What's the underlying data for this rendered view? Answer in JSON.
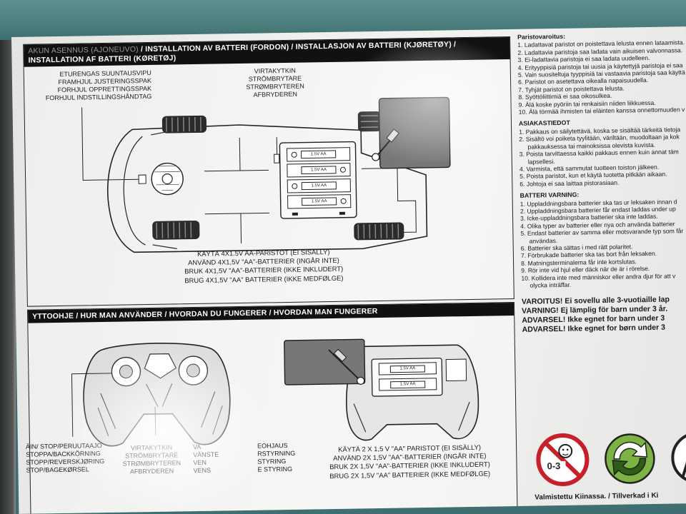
{
  "install_section": {
    "header_faded": "AKUN ASENNUS (AJONEUVO)",
    "header": " / INSTALLATION AV BATTERI (FORDON) / INSTALLASJON AV BATTERI (KJØRETØY) /",
    "header_line2": "INSTALLATION AF BATTERI (KØRETØJ)",
    "front_wheel_label": [
      "ETURENGAS SUUNTAUSVIPU",
      "FRAMHJUL JUSTERINGSSPAK",
      "FORHJUL OPPRETTINGSSPAK",
      "FORHJUL INDSTILLINGSHÅNDTAG"
    ],
    "switch_label": [
      "VIRTAKYTKIN",
      "STRÖMBRYTARE",
      "STRØMBRYTEREN",
      "AFBRYDEREN"
    ],
    "battery_label": "1.5V AA",
    "caption": [
      "KÄYTÄ 4X1.5V AA-PARISTOT (EI SISÄLLY)",
      "ANVÄND 4X1,5V \"AA\"-BATTERIER (INGÅR INTE)",
      "BRUK 4X1,5V \"AA\"-BATTERIER (IKKE INKLUDERT)",
      "BRUG 4X1,5V \"AA\" BATTERIER (IKKE MEDFØLGE)"
    ]
  },
  "use_section": {
    "header": "YTTOOHJE / HUR MAN ANVÄNDER / HVORDAN DU FUNGERER / HVORDAN MAN FUNGERER",
    "left_label": [
      "ÄIN/ STOP/PERUUTAAJO",
      "STOPPA/BACKKÖRNING",
      "STOPP/REVERSKJØRING",
      "STOP/BAGEKØRSEL"
    ],
    "switch_label": [
      "VIRTAKYTKIN",
      "STRÖMBRYTARE",
      "STRØMBRYTEREN",
      "AFBRYDEREN"
    ],
    "partial_label_a": [
      "VA",
      "VÄNSTE",
      "VEN",
      "VENS"
    ],
    "partial_label_b": [
      "EOHJAUS",
      "RSTYRNING",
      "STYRING",
      "E STYRING"
    ],
    "battery_label": "1.5V AA",
    "caption": [
      "KÄYTÄ 2 x 1,5 V \"AA\" PARISTOT (EI SISÄLLY)",
      "ANVÄND 2x 1,5V \"AA\"-BATTERIER (INGÅR INTE)",
      "BRUK 2x 1,5V \"AA\"-BATTERIER (IKKE INKLUDERT)",
      "BRUG 2x 1,5V \"AA\" BATTERIER (IKKE MEDFØLGE)"
    ]
  },
  "battery_warning_fi": {
    "title": "Paristovaroitus:",
    "items": [
      "1. Ladattavat paristot on poistettava lelusta ennen lataamista.",
      "2. Ladattavia paristoja saa ladata vain aikuisen valvonnassa.",
      "3. Ei-ladattavia paristoja ei saa ladata uudelleen.",
      "4. Erityyppisiä paristoja tai uusia ja käytettyjä paristoja ei saa",
      "5. Vain suositeltuja tyyppisiä tai vastaavia paristoja saa käyttä",
      "6. Paristot on asetettava oikealla napaisuudella.",
      "7. Tyhjät paristot on poistettava lelusta.",
      "8. Syöttöliittimiä ei saa oikosulkea.",
      "9. Älä koske pyöriin tai renkaisiin niiden liikkuessa.",
      "10. Älä törmää ihmisten tai eläinten kanssa onnettomuuden v"
    ]
  },
  "customer_info_fi": {
    "title": "ASIAKASTIEDOT",
    "items": [
      "1. Pakkaus on säilytettävä, koska se sisältää tärkeitä tietoja",
      "2. Sisältö voi poiketa tyylitään, väriltään, muodoltaan ja kok pakkauksessa tai mainoksissa olevista kuvista.",
      "3. Poista tarvittaessa kaikki pakkaus ennen kuin annat täm lapsellesi.",
      "4. Varmista, että sammutat tuotteen toiston jälkeen.",
      "5. Poista paristot, kun et käytä tuotetta pitkään aikaan.",
      "6. Johtoja ei saa laittaa pistorasiaan."
    ]
  },
  "battery_warning_sv": {
    "title": "BATTERI VARNING:",
    "items": [
      "1. Uppladdningsbara batterier ska tas ur leksaken innan d",
      "2. Uppladdningsbara batterier får endast laddas under up",
      "3. Icke-uppladdningsbara batterier ska inte laddas.",
      "4. Olika typer av batterier eller nya och använda batterier",
      "5. Endast batterier av samma eller motsvarande typ som får användas.",
      "6. Batterier ska sättas i med rätt polaritet.",
      "7. Förbrukade batterier ska tas bort från leksaken.",
      "8. Matningsterminalema får inte kortslutas.",
      "9. Rör inte vid hjul eller däck när de är i rörelse.",
      "10. Kollidera inte med människor eller andra djur för att v olycka inträffar."
    ]
  },
  "age_warnings": [
    "VAROITUS! Ei sovellu alle 3-vuotiaille lap",
    "VARNING! Ej lämplig för barn under 3 år.",
    "ADVARSEL! Ikke egnet for barn under 3",
    "ADVARSEL! Ikke egnet for børn under 3"
  ],
  "age_icon_text": "0-3",
  "origin": "Valmistettu Kiinassa. / Tillverkad i Ki",
  "colors": {
    "prohibition_red": "#c8202a",
    "green_dot": "#7cb342",
    "header_black": "#111111"
  }
}
